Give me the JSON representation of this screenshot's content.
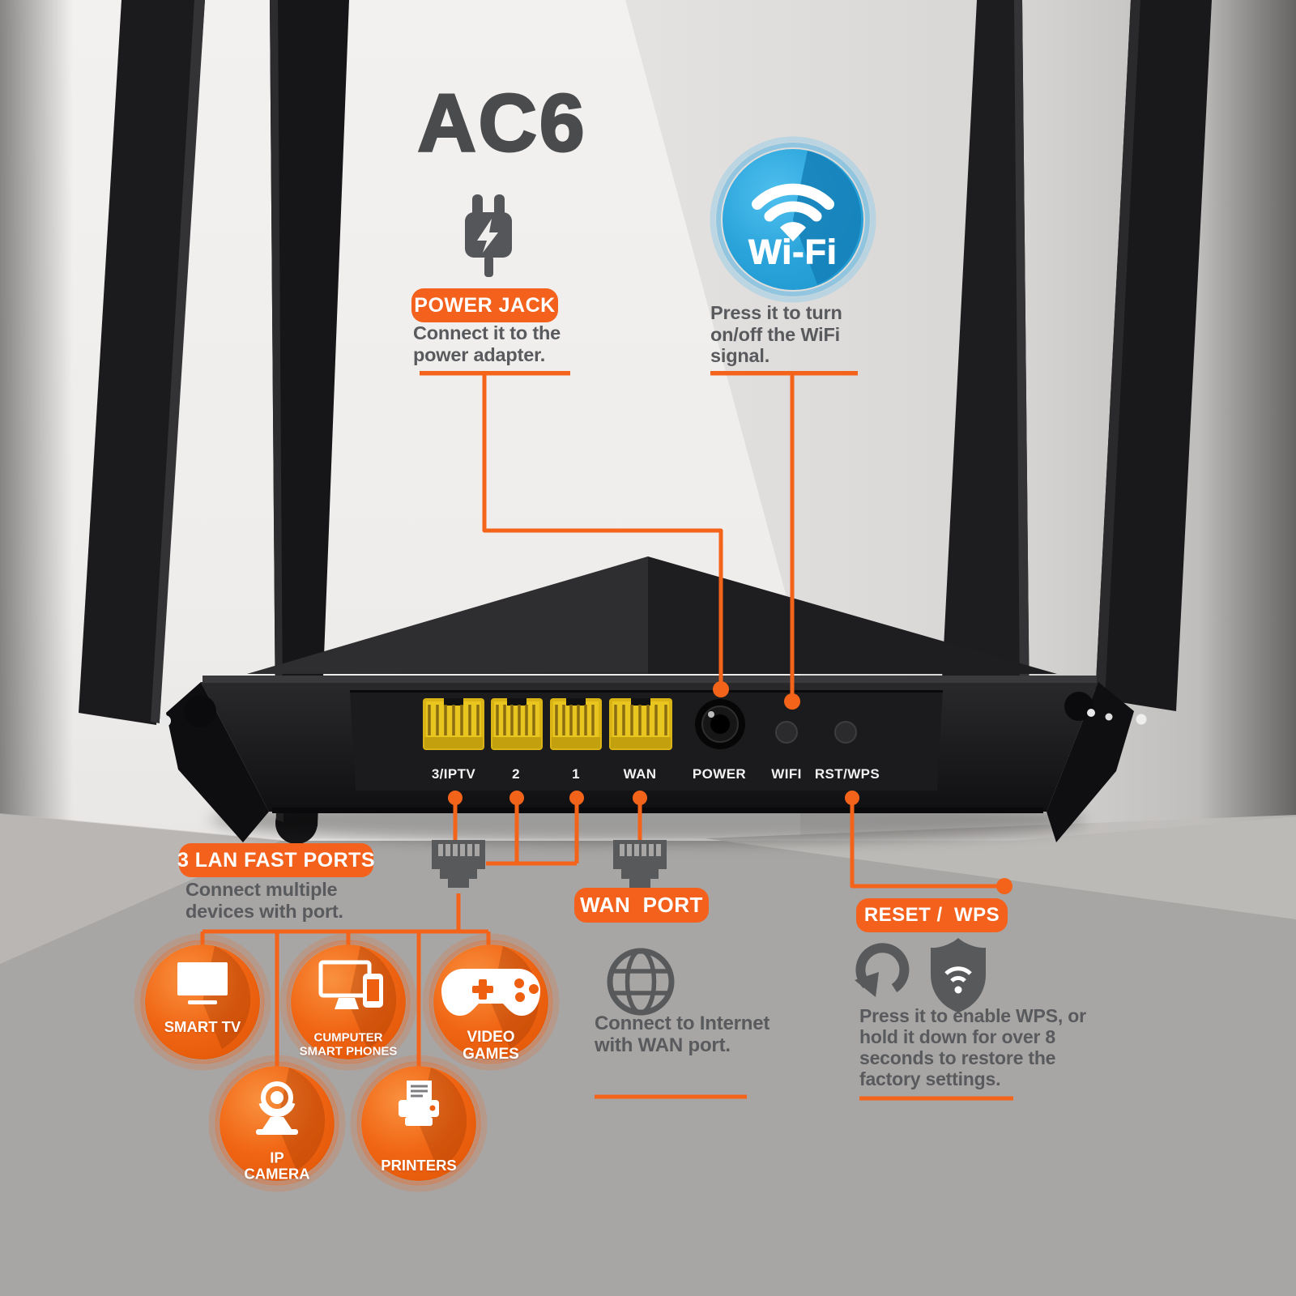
{
  "title": "AC6",
  "wifi_button": {
    "label": "Wi-Fi",
    "description": "Press it to turn\non/off the WiFi\nsignal."
  },
  "power_jack": {
    "badge": "POWER JACK",
    "description": "Connect it to the\npower adapter."
  },
  "lan_ports": {
    "badge": "3 LAN FAST PORTS",
    "description": "Connect multiple\ndevices with port.",
    "devices": [
      "SMART TV",
      "CUMPUTER\nSMART PHONES",
      "VIDEO\nGAMES",
      "IP\nCAMERA",
      "PRINTERS"
    ]
  },
  "wan_port": {
    "badge": "WAN  PORT",
    "description": "Connect to Internet\nwith WAN port."
  },
  "reset_wps": {
    "badge": "RESET /  WPS",
    "description": "Press it to enable WPS, or\nhold it down for over 8\nseconds to restore the\nfactory settings."
  },
  "router": {
    "port_labels": [
      "3/IPTV",
      "2",
      "1",
      "WAN",
      "POWER",
      "WIFI",
      "RST/WPS"
    ]
  },
  "colors": {
    "accent_orange": "#f4611c",
    "wifi_blue": "#2aa3da",
    "text_gray": "#595a5d",
    "port_yellow": "#e2bd17",
    "router_black": "#1b1b1d"
  }
}
